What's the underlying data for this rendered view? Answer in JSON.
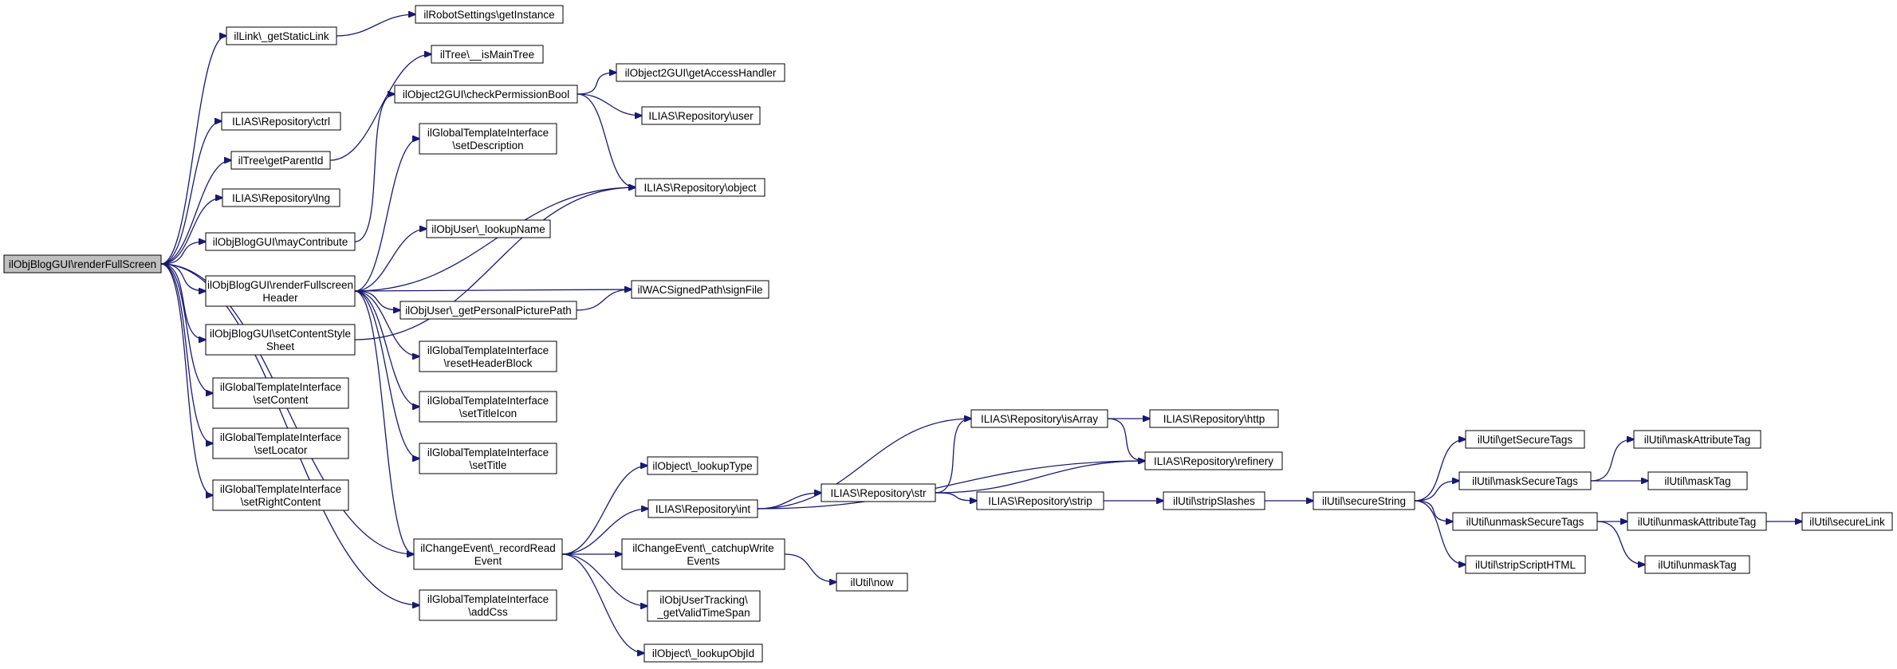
{
  "colors": {
    "edge": "#191970",
    "root_fill": "#bfbfbf",
    "node_fill": "#ffffff",
    "node_stroke": "#000000"
  },
  "nodes": [
    {
      "id": "n0",
      "lines": [
        "ilObjBlogGUI\\renderFullScreen"
      ],
      "root": true
    },
    {
      "id": "n1",
      "lines": [
        "ilLink\\_getStaticLink"
      ]
    },
    {
      "id": "n2",
      "lines": [
        "ilRobotSettings\\getInstance"
      ]
    },
    {
      "id": "n3",
      "lines": [
        "ILIAS\\Repository\\ctrl"
      ]
    },
    {
      "id": "n4",
      "lines": [
        "ilTree\\getParentId"
      ]
    },
    {
      "id": "n5",
      "lines": [
        "ilTree\\__isMainTree"
      ]
    },
    {
      "id": "n6",
      "lines": [
        "ILIAS\\Repository\\lng"
      ]
    },
    {
      "id": "n7",
      "lines": [
        "ilObjBlogGUI\\mayContribute"
      ]
    },
    {
      "id": "n8",
      "lines": [
        "ilObject2GUI\\checkPermissionBool"
      ]
    },
    {
      "id": "n9",
      "lines": [
        "ilObject2GUI\\getAccessHandler"
      ]
    },
    {
      "id": "n10",
      "lines": [
        "ILIAS\\Repository\\user"
      ]
    },
    {
      "id": "n11",
      "lines": [
        "ILIAS\\Repository\\object"
      ]
    },
    {
      "id": "n12",
      "lines": [
        "ilObjBlogGUI\\renderFullscreen",
        "Header"
      ]
    },
    {
      "id": "n13",
      "lines": [
        "ilGlobalTemplateInterface",
        "\\setDescription"
      ]
    },
    {
      "id": "n14",
      "lines": [
        "ilObjUser\\_lookupName"
      ]
    },
    {
      "id": "n15",
      "lines": [
        "ilWACSignedPath\\signFile"
      ]
    },
    {
      "id": "n16",
      "lines": [
        "ilObjUser\\_getPersonalPicturePath"
      ]
    },
    {
      "id": "n17",
      "lines": [
        "ilGlobalTemplateInterface",
        "\\resetHeaderBlock"
      ]
    },
    {
      "id": "n18",
      "lines": [
        "ilGlobalTemplateInterface",
        "\\setTitleIcon"
      ]
    },
    {
      "id": "n19",
      "lines": [
        "ilGlobalTemplateInterface",
        "\\setTitle"
      ]
    },
    {
      "id": "n20",
      "lines": [
        "ilObjBlogGUI\\setContentStyle",
        "Sheet"
      ]
    },
    {
      "id": "n21",
      "lines": [
        "ilGlobalTemplateInterface",
        "\\setContent"
      ]
    },
    {
      "id": "n22",
      "lines": [
        "ilGlobalTemplateInterface",
        "\\setLocator"
      ]
    },
    {
      "id": "n23",
      "lines": [
        "ilGlobalTemplateInterface",
        "\\setRightContent"
      ]
    },
    {
      "id": "n24",
      "lines": [
        "ilChangeEvent\\_recordRead",
        "Event"
      ]
    },
    {
      "id": "n25",
      "lines": [
        "ilGlobalTemplateInterface",
        "\\addCss"
      ]
    },
    {
      "id": "n26",
      "lines": [
        "ilObject\\_lookupType"
      ]
    },
    {
      "id": "n27",
      "lines": [
        "ILIAS\\Repository\\int"
      ]
    },
    {
      "id": "n28",
      "lines": [
        "ilChangeEvent\\_catchupWrite",
        "Events"
      ]
    },
    {
      "id": "n29",
      "lines": [
        "ilObjUserTracking\\",
        "_getValidTimeSpan"
      ]
    },
    {
      "id": "n30",
      "lines": [
        "ilObject\\_lookupObjId"
      ]
    },
    {
      "id": "n31",
      "lines": [
        "ilUtil\\now"
      ]
    },
    {
      "id": "n32",
      "lines": [
        "ILIAS\\Repository\\isArray"
      ]
    },
    {
      "id": "n33",
      "lines": [
        "ILIAS\\Repository\\str"
      ]
    },
    {
      "id": "n34",
      "lines": [
        "ILIAS\\Repository\\http"
      ]
    },
    {
      "id": "n35",
      "lines": [
        "ILIAS\\Repository\\refinery"
      ]
    },
    {
      "id": "n36",
      "lines": [
        "ILIAS\\Repository\\strip"
      ]
    },
    {
      "id": "n37",
      "lines": [
        "ilUtil\\stripSlashes"
      ]
    },
    {
      "id": "n38",
      "lines": [
        "ilUtil\\secureString"
      ]
    },
    {
      "id": "n39",
      "lines": [
        "ilUtil\\getSecureTags"
      ]
    },
    {
      "id": "n40",
      "lines": [
        "ilUtil\\maskSecureTags"
      ]
    },
    {
      "id": "n41",
      "lines": [
        "ilUtil\\unmaskSecureTags"
      ]
    },
    {
      "id": "n42",
      "lines": [
        "ilUtil\\stripScriptHTML"
      ]
    },
    {
      "id": "n43",
      "lines": [
        "ilUtil\\maskAttributeTag"
      ]
    },
    {
      "id": "n44",
      "lines": [
        "ilUtil\\maskTag"
      ]
    },
    {
      "id": "n45",
      "lines": [
        "ilUtil\\unmaskAttributeTag"
      ]
    },
    {
      "id": "n46",
      "lines": [
        "ilUtil\\unmaskTag"
      ]
    },
    {
      "id": "n47",
      "lines": [
        "ilUtil\\secureLink"
      ]
    }
  ],
  "edges": [
    [
      "n0",
      "n1"
    ],
    [
      "n0",
      "n3"
    ],
    [
      "n0",
      "n4"
    ],
    [
      "n0",
      "n6"
    ],
    [
      "n0",
      "n7"
    ],
    [
      "n0",
      "n12"
    ],
    [
      "n0",
      "n20"
    ],
    [
      "n0",
      "n21"
    ],
    [
      "n0",
      "n22"
    ],
    [
      "n0",
      "n23"
    ],
    [
      "n0",
      "n24"
    ],
    [
      "n0",
      "n25"
    ],
    [
      "n1",
      "n2"
    ],
    [
      "n4",
      "n5"
    ],
    [
      "n7",
      "n8"
    ],
    [
      "n8",
      "n9"
    ],
    [
      "n8",
      "n10"
    ],
    [
      "n8",
      "n11"
    ],
    [
      "n12",
      "n13"
    ],
    [
      "n12",
      "n11"
    ],
    [
      "n12",
      "n14"
    ],
    [
      "n12",
      "n15"
    ],
    [
      "n12",
      "n16"
    ],
    [
      "n12",
      "n17"
    ],
    [
      "n12",
      "n18"
    ],
    [
      "n12",
      "n19"
    ],
    [
      "n12",
      "n24"
    ],
    [
      "n16",
      "n15"
    ],
    [
      "n20",
      "n11"
    ],
    [
      "n24",
      "n26"
    ],
    [
      "n24",
      "n27"
    ],
    [
      "n24",
      "n28"
    ],
    [
      "n24",
      "n29"
    ],
    [
      "n24",
      "n30"
    ],
    [
      "n27",
      "n32"
    ],
    [
      "n27",
      "n33"
    ],
    [
      "n27",
      "n35"
    ],
    [
      "n28",
      "n31"
    ],
    [
      "n33",
      "n32"
    ],
    [
      "n33",
      "n35"
    ],
    [
      "n33",
      "n36"
    ],
    [
      "n32",
      "n34"
    ],
    [
      "n32",
      "n35"
    ],
    [
      "n36",
      "n37"
    ],
    [
      "n37",
      "n38"
    ],
    [
      "n38",
      "n39"
    ],
    [
      "n38",
      "n40"
    ],
    [
      "n38",
      "n41"
    ],
    [
      "n38",
      "n42"
    ],
    [
      "n40",
      "n43"
    ],
    [
      "n40",
      "n44"
    ],
    [
      "n41",
      "n45"
    ],
    [
      "n41",
      "n46"
    ],
    [
      "n45",
      "n47"
    ]
  ]
}
